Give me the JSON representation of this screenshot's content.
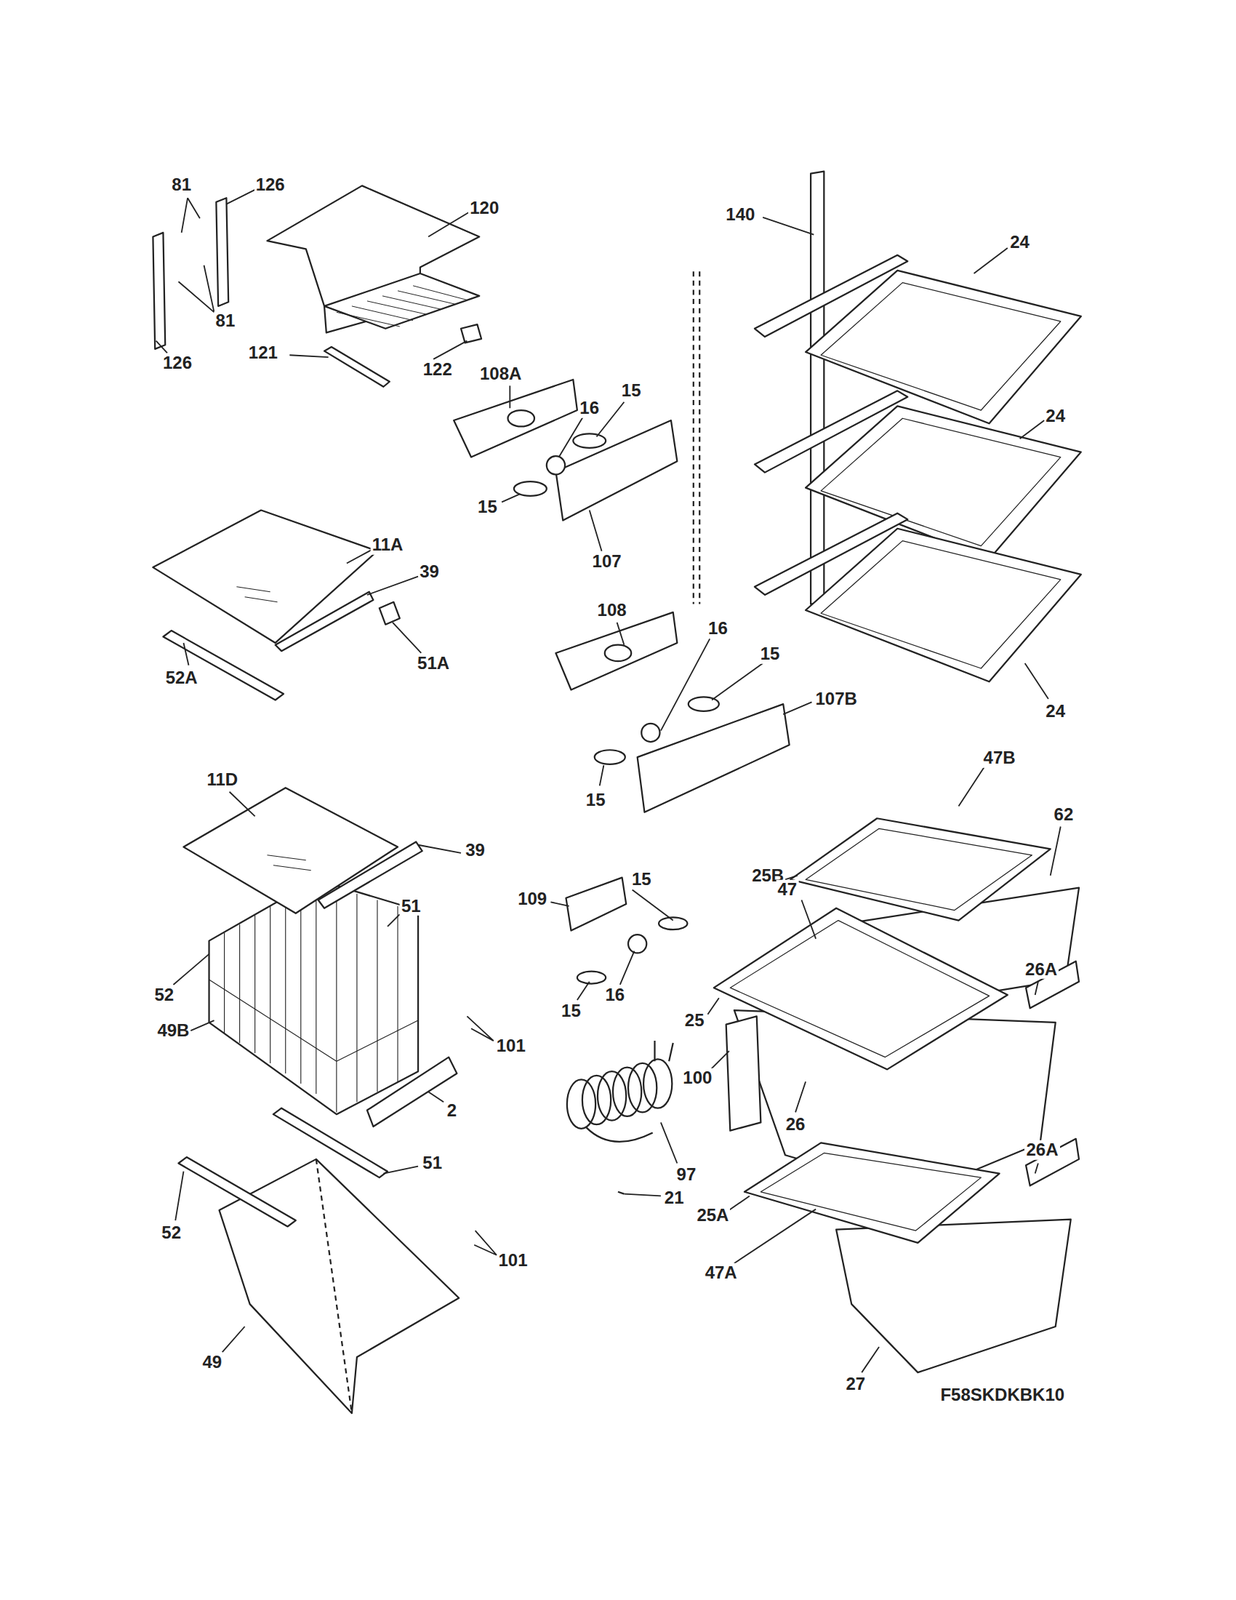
{
  "diagram": {
    "labels": [
      "81",
      "126",
      "120",
      "140",
      "24",
      "81",
      "126",
      "121",
      "122",
      "108A",
      "16",
      "15",
      "24",
      "15",
      "107",
      "11A",
      "39",
      "51A",
      "52A",
      "108",
      "16",
      "15",
      "107B",
      "24",
      "15",
      "11D",
      "47B",
      "62",
      "39",
      "51",
      "15",
      "109",
      "25B",
      "47",
      "52",
      "15",
      "16",
      "26A",
      "49B",
      "25",
      "101",
      "100",
      "26",
      "2",
      "97",
      "21",
      "51",
      "26A",
      "25A",
      "47A",
      "52",
      "101",
      "49",
      "27",
      "F58SKDKBK10"
    ]
  }
}
